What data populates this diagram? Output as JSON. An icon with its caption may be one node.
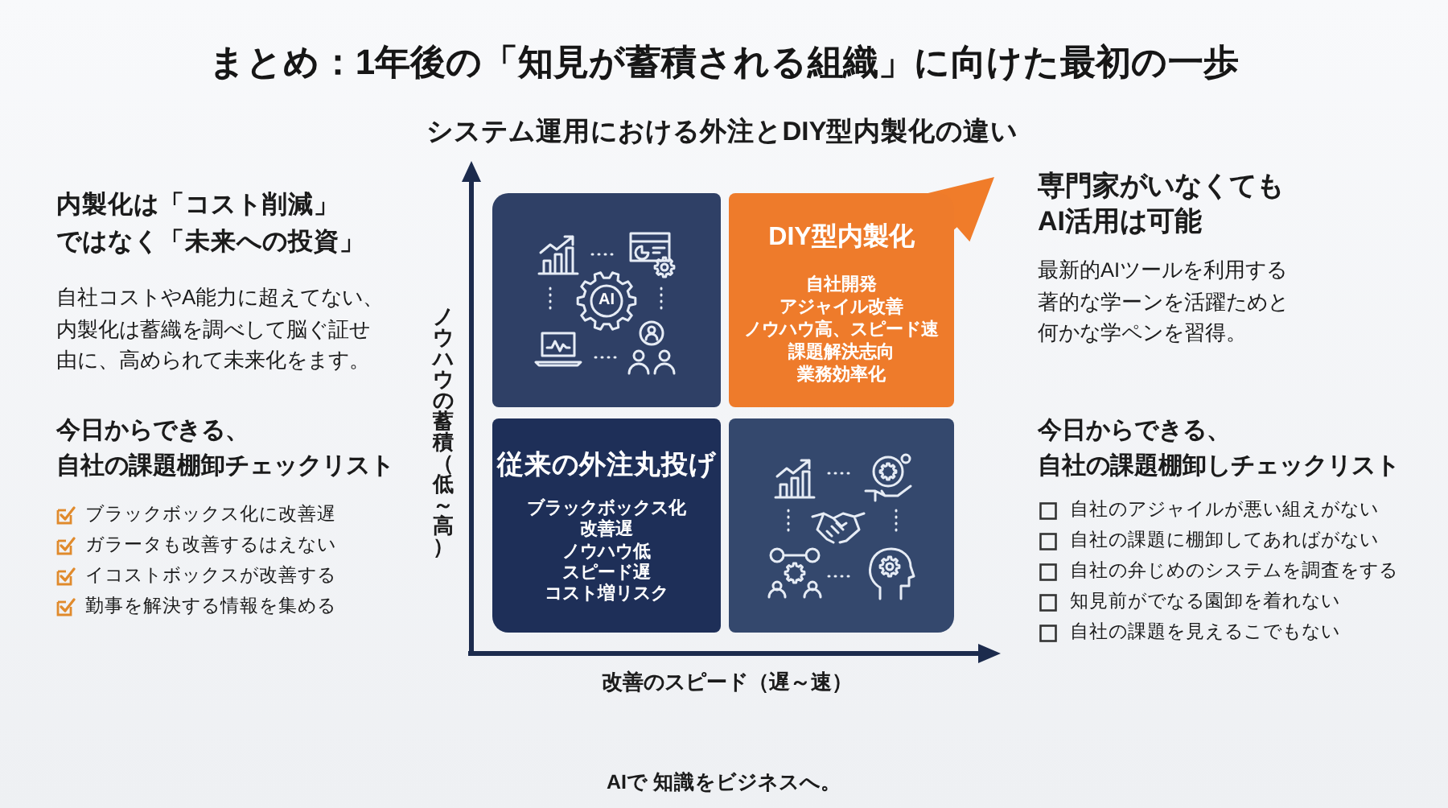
{
  "diagram": {
    "title": "まとめ：1年後の「知見が蓄積される組織」に向けた最初の一歩",
    "nodes": [
      {
        "text": [],
        "shape": "box"
      },
      {
        "text": [
          "DIY型内製化",
          "自社開発",
          "アジャイル改善",
          "ノウハウ高、スピード速",
          "課題解決志向",
          "業務効率化"
        ]
      },
      {
        "text": [
          "従来の外注丸投げ",
          "ブラックボックス化",
          "改善遅",
          "ノウハウ低",
          "スピード遅",
          "コスト増リスク"
        ]
      },
      {
        "text": [],
        "shape": "box"
      }
    ],
    "labels": [
      "システム運用における外注とDIY型内製化の違い",
      "内製化は「コスト削減」ではなく「未来への投資」",
      "自社コストやA能力に超えてない、内製化は蓄織を調べして脳ぐ証せ由に、高められて未来化をます。",
      "今日からできる、自社の課題棚卸チェックリスト",
      "ブラックボックス化に改善遅",
      "ガラータも改善するはえない",
      "イコストボックスが改善する",
      "勤事を解決する情報を集める",
      "ノウハウの蓄積（低～高）",
      "AI",
      "改善のスピード（遅～速）",
      "専門家がいなくてもAI活用は可能",
      "最新的AIツールを利用する著的な学ーンを活躍ためと何かな学ペンを習得。",
      "今日からできる、自社の課題棚卸しチェックリスト",
      "自社のアジャイルが悪い組えがない",
      "自社の課題に棚卸してあればがない",
      "自社の弁じめのシステムを調査をする",
      "知見前がでなる園卸を着れない",
      "自社の課題を見えるこでもない",
      "AIで 知識をビジネスへ。"
    ]
  }
}
